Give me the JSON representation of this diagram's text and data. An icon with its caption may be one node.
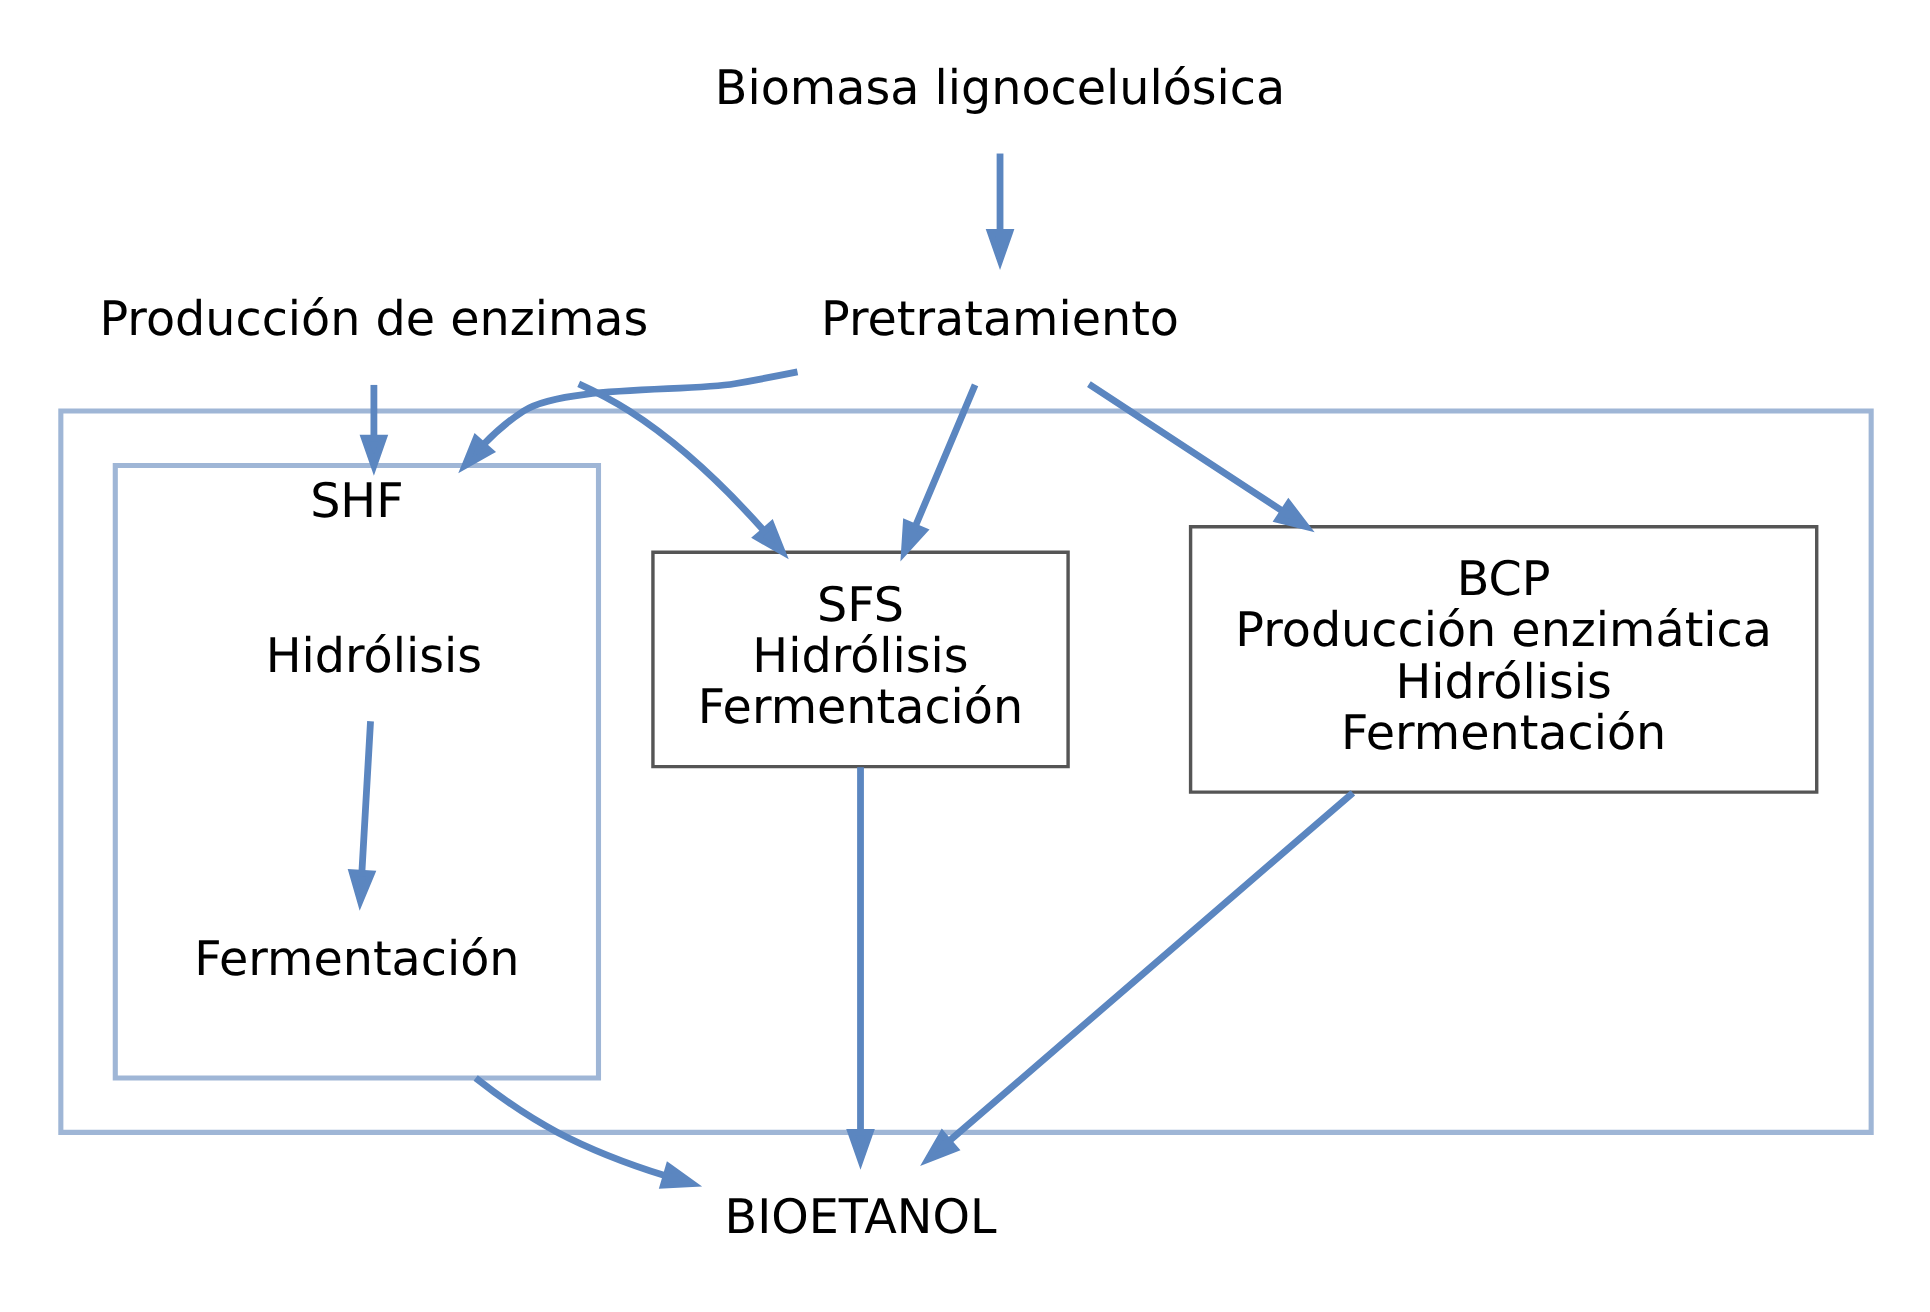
{
  "diagram": {
    "nodes": [
      {
        "text": [
          "Biomasa lignocelulósica"
        ]
      },
      {
        "text": [
          "Producción de enzimas"
        ]
      },
      {
        "text": [
          "Pretratamiento"
        ]
      },
      {
        "text": [],
        "shape": "box"
      },
      {
        "text": [
          "SHF"
        ],
        "in": 3
      },
      {
        "text": [
          "Hidrólisis"
        ],
        "in": 4
      },
      {
        "text": [
          "Fermentación"
        ],
        "in": 4
      },
      {
        "text": [
          "SFS",
          "Hidrólisis",
          "Fermentación"
        ],
        "in": 3
      },
      {
        "text": [
          "BCP",
          "Producción enzimática",
          "Hidrólisis",
          "Fermentación"
        ],
        "in": 3
      },
      {
        "text": [
          "BIOETANOL"
        ]
      }
    ],
    "edges": [
      {
        "from": 0,
        "to": 2,
        "arrow": "to"
      },
      {
        "from": 2,
        "to": 4,
        "arrow": "to"
      },
      {
        "from": 2,
        "to": 7,
        "arrow": "to"
      },
      {
        "from": 2,
        "to": 8,
        "arrow": "to"
      },
      {
        "from": 1,
        "to": 4,
        "arrow": "to"
      },
      {
        "from": 1,
        "to": 7,
        "arrow": "to"
      },
      {
        "from": 5,
        "to": 6,
        "arrow": "to"
      },
      {
        "from": 4,
        "to": 9,
        "arrow": "to"
      },
      {
        "from": 7,
        "to": 9,
        "arrow": "to"
      },
      {
        "from": 8,
        "to": 9,
        "arrow": "to"
      }
    ]
  }
}
